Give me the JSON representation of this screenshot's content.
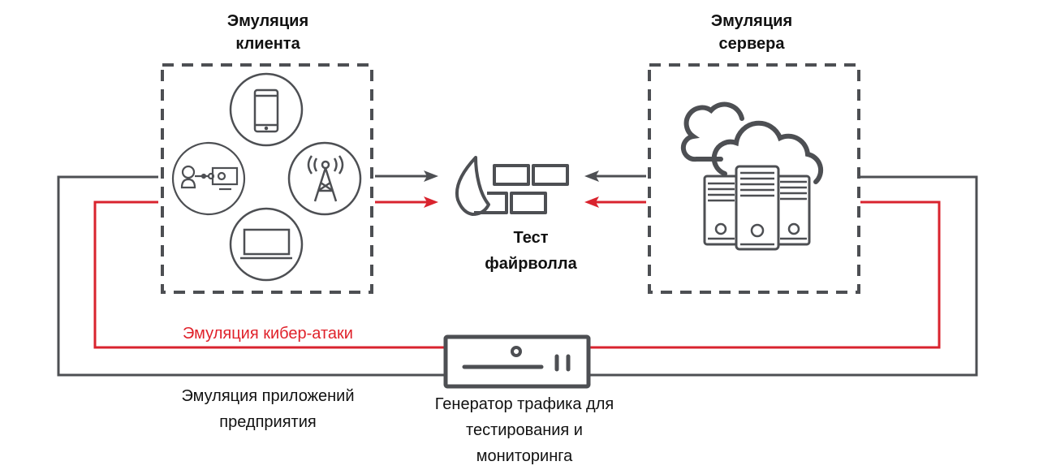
{
  "colors": {
    "line_gray": "#4d4f53",
    "attack_red": "#d9232e",
    "text": "#111111"
  },
  "client_group": {
    "title_line1": "Эмуляция",
    "title_line2": "клиента",
    "icons": [
      "smartphone-icon",
      "user-app-icon",
      "cell-tower-icon",
      "laptop-icon"
    ]
  },
  "server_group": {
    "title_line1": "Эмуляция",
    "title_line2": "сервера",
    "icons": [
      "cloud-icon",
      "server-rack-icon"
    ]
  },
  "firewall": {
    "label_line1": "Тест",
    "label_line2": "файрволла",
    "icon": "firewall-icon"
  },
  "attack_label": "Эмуляция кибер-атаки",
  "apps_label_line1": "Эмуляция приложений",
  "apps_label_line2": "предприятия",
  "generator": {
    "label_line1": "Генератор трафика для",
    "label_line2": "тестирования и",
    "label_line3": "мониторинга",
    "icon": "traffic-generator-icon"
  }
}
